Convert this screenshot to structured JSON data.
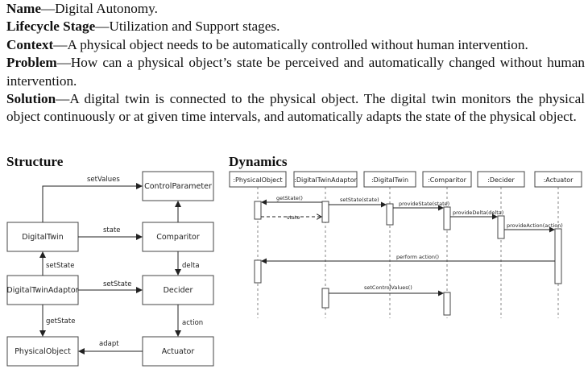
{
  "pattern": {
    "name_label": "Name",
    "name_value": "Digital Autonomy.",
    "lifecycle_label": "Lifecycle Stage",
    "lifecycle_value": "Utilization and Support stages.",
    "context_label": "Context",
    "context_value": "A physical object needs to be automatically controlled without human intervention.",
    "problem_label": "Problem",
    "problem_value": "How can a physical object’s state be perceived and automatically changed without human intervention.",
    "solution_label": "Solution",
    "solution_value": "A digital twin is connected to the physical object. The digital twin monitors the physical object continuously or at given time intervals, and automatically adapts the state of the physical object.",
    "dash": "—"
  },
  "structure": {
    "heading": "Structure",
    "boxes": {
      "control_parameter": "ControlParameter",
      "digital_twin": "DigitalTwin",
      "comparitor": "Comparitor",
      "digital_twin_adaptor": "DigitalTwinAdaptor",
      "decider": "Decider",
      "physical_object": "PhysicalObject",
      "actuator": "Actuator"
    },
    "arrows": {
      "set_values": "setValues",
      "state": "state",
      "set_state_up": "setState",
      "set_state_right": "setState",
      "delta": "delta",
      "get_state": "getState",
      "action": "action",
      "adapt": "adapt"
    }
  },
  "dynamics": {
    "heading": "Dynamics",
    "lifelines": {
      "physical_object": ":PhysicalObject",
      "digital_twin_adaptor": ":DigitalTwinAdaptor",
      "digital_twin": ":DigitalTwin",
      "comparitor": ":Comparitor",
      "decider": ":Decider",
      "actuator": ":Actuator"
    },
    "messages": {
      "get_state": "getState()",
      "state_return": "state",
      "set_state": "setState(state)",
      "provide_state": "provideState(state)",
      "provide_delta": "provideDelta(delta)",
      "provide_action": "provideAction(action)",
      "perform_action": "perform action()",
      "set_control_values": "setControlValues()"
    }
  }
}
